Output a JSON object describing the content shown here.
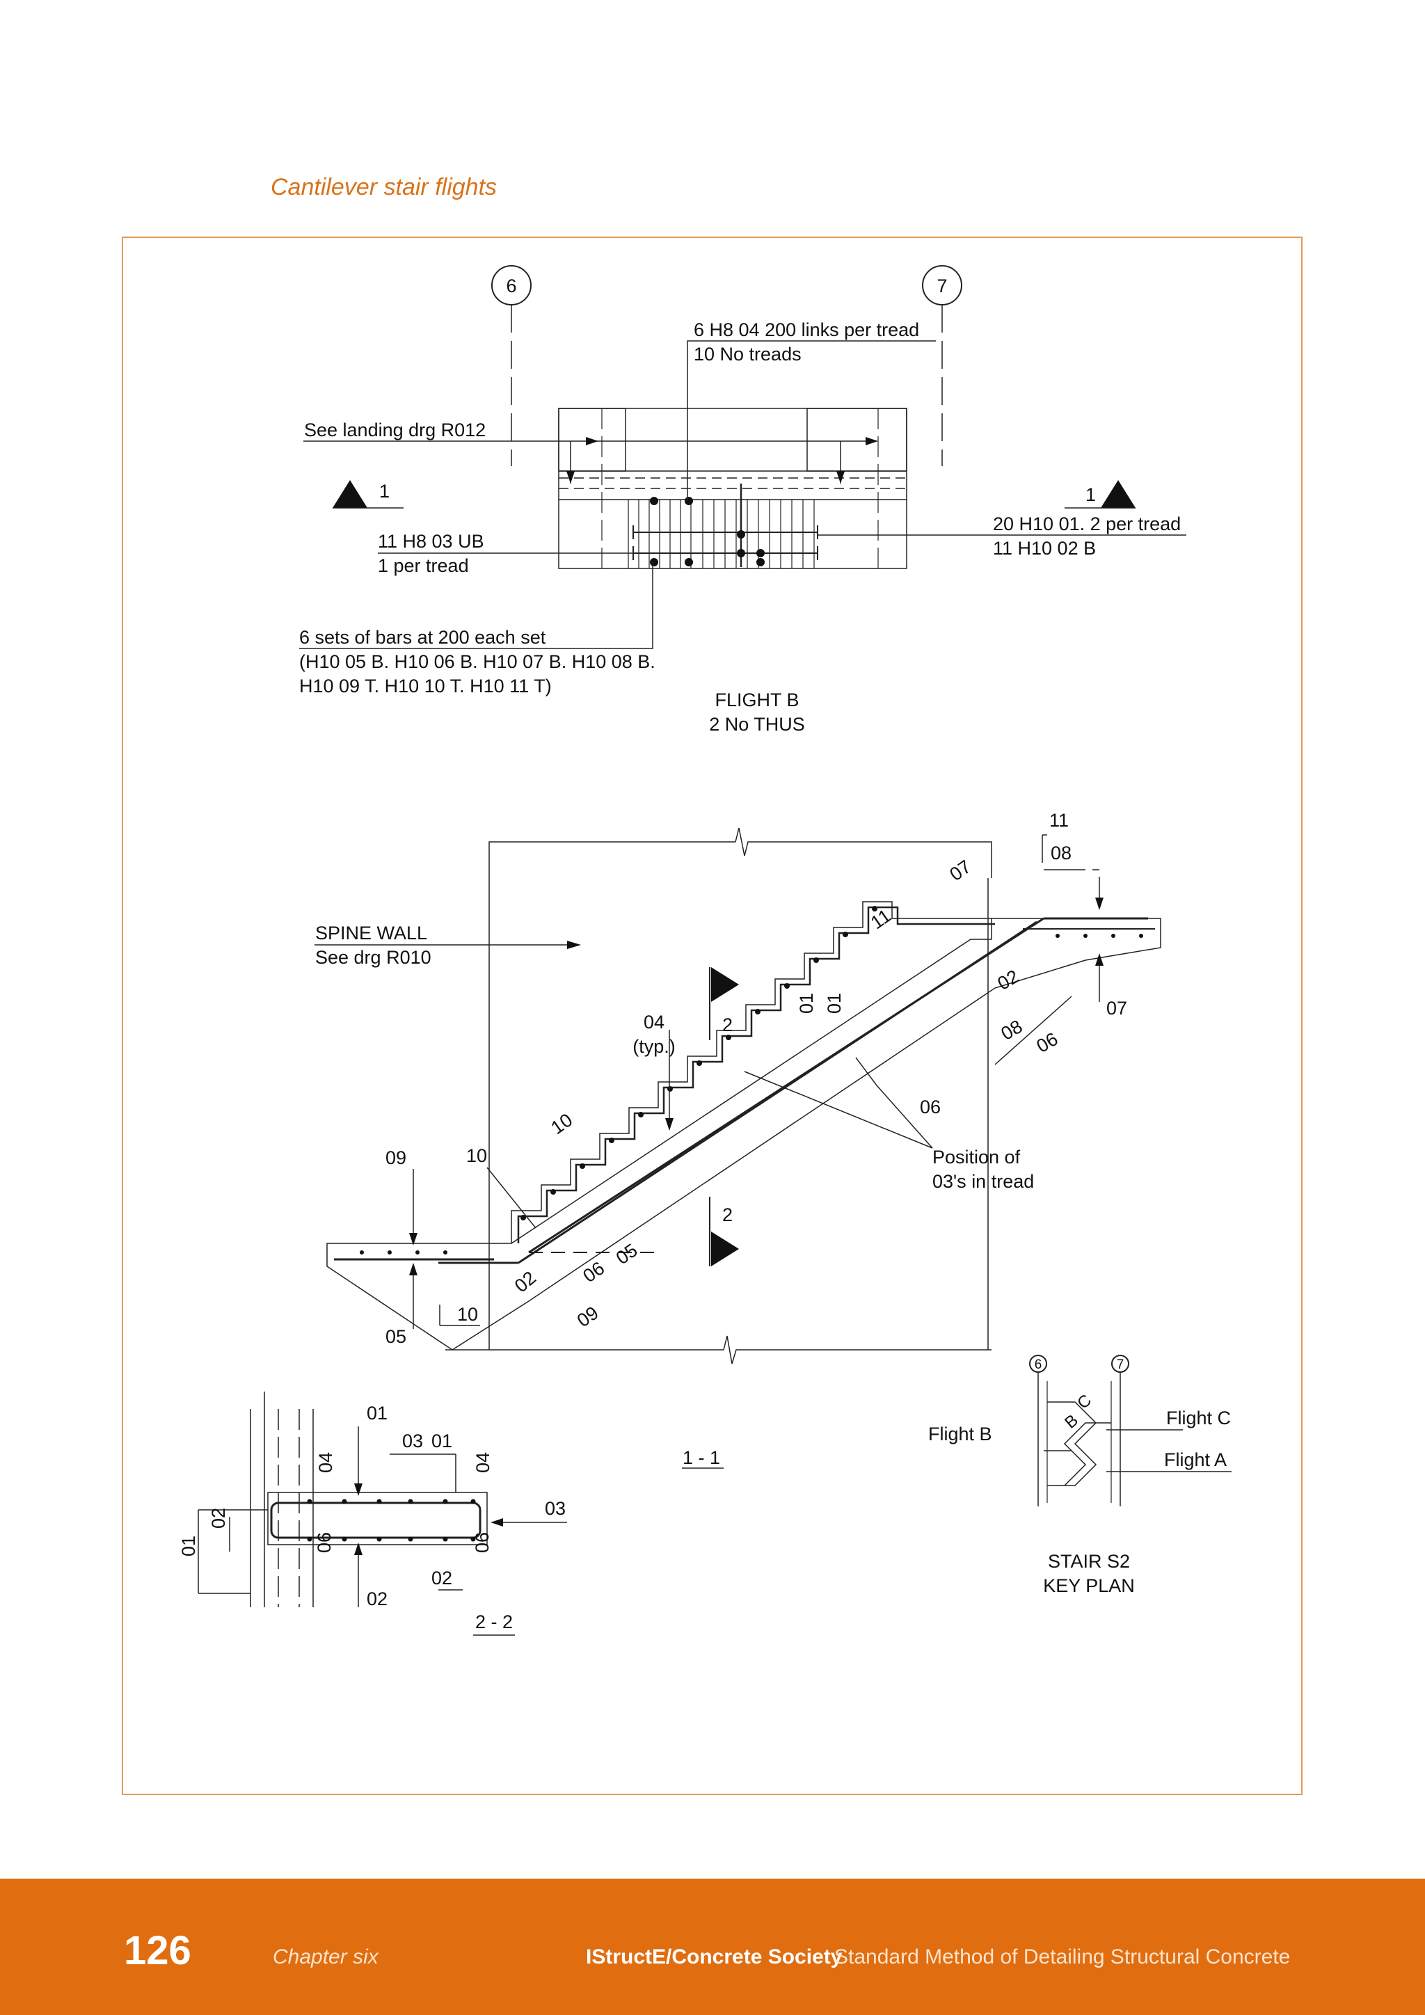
{
  "header": {
    "section_title": "Cantilever stair flights"
  },
  "plan": {
    "grid_left": "6",
    "grid_right": "7",
    "links_note_line1": "6 H8 04 200 links per tread",
    "links_note_line2": "10 No treads",
    "landing_note": "See landing drg R012",
    "section_mark": "1",
    "ub_note_line1": "11 H8 03 UB",
    "ub_note_line2": "1 per tread",
    "h10_note_line1": "20 H10 01. 2 per tread",
    "h10_note_line2": "11 H10 02 B",
    "sets_note_line1": "6 sets of bars at 200 each set",
    "sets_note_line2": "(H10 05 B. H10 06 B. H10 07 B. H10 08 B.",
    "sets_note_line3": "H10 09 T. H10 10 T. H10 11 T)",
    "title_line1": "FLIGHT B",
    "title_line2": "2 No THUS"
  },
  "section11": {
    "spine_wall_line1": "SPINE WALL",
    "spine_wall_line2": "See drg R010",
    "section_mark": "2",
    "typ_label_line1": "04",
    "typ_label_line2": "(typ.)",
    "position_note_line1": "Position of",
    "position_note_line2": "03's in tread",
    "title": "1 - 1",
    "bar_marks": {
      "b11_top": "11",
      "b08_top": "08",
      "b07_top": "07",
      "b11_mid": "11",
      "b02_right": "02",
      "b07_right": "07",
      "b08_right": "08",
      "b06_right": "06",
      "b06_mid": "06",
      "b01_a": "01",
      "b01_b": "01",
      "b10_upper": "10",
      "b10_left": "10",
      "b09_left": "09",
      "b05_bottom": "05",
      "b05_mid": "05",
      "b02_bottom": "02",
      "b06_bottom": "06",
      "b09_bottom": "09",
      "b10_bottom": "10"
    }
  },
  "section22": {
    "title": "2 - 2",
    "marks": {
      "m01_top": "01",
      "m03": "03",
      "m01_b": "01",
      "m04_left": "04",
      "m04_right": "04",
      "m03_right": "03",
      "m02_left": "02",
      "m01_left": "01",
      "m06_left": "06",
      "m06_right": "06",
      "m02_bottom": "02",
      "m02_right": "02"
    }
  },
  "key_plan": {
    "grid_left": "6",
    "grid_right": "7",
    "flight_b": "Flight B",
    "flight_c": "Flight C",
    "flight_a": "Flight A",
    "letter_b": "B",
    "letter_c": "C",
    "title_line1": "STAIR S2",
    "title_line2": "KEY PLAN"
  },
  "footer": {
    "page_number": "126",
    "chapter": "Chapter six",
    "publisher": "IStructE/Concrete Society",
    "document_title": "Standard Method of Detailing Structural Concrete"
  },
  "colors": {
    "accent": "#e06d10",
    "frame": "#e39a55",
    "title": "#d9731a"
  }
}
